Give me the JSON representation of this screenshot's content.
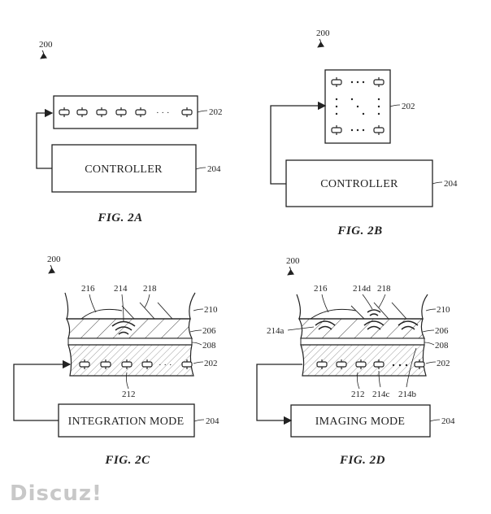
{
  "fig_2a": {
    "ref": "200",
    "sensor_ref": "202",
    "controller_ref": "204",
    "controller_label": "CONTROLLER",
    "dots": "· · ·",
    "caption": "FIG. 2A"
  },
  "fig_2b": {
    "ref": "200",
    "sensor_ref": "202",
    "controller_ref": "204",
    "controller_label": "CONTROLLER",
    "caption": "FIG. 2B"
  },
  "fig_2c": {
    "ref": "200",
    "labels": {
      "l216": "216",
      "l214": "214",
      "l218": "218",
      "l210": "210",
      "l206": "206",
      "l208": "208",
      "l202": "202",
      "l212": "212",
      "l204": "204"
    },
    "mode_label": "INTEGRATION MODE",
    "dots": "· · ·",
    "caption": "FIG. 2C"
  },
  "fig_2d": {
    "ref": "200",
    "labels": {
      "l216": "216",
      "l214d": "214d",
      "l218": "218",
      "l210": "210",
      "l214a": "214a",
      "l206": "206",
      "l208": "208",
      "l202": "202",
      "l212": "212",
      "l214c": "214c",
      "l214b": "214b",
      "l204": "204"
    },
    "mode_label": "IMAGING MODE",
    "caption": "FIG. 2D"
  },
  "watermark": "Discuz!"
}
